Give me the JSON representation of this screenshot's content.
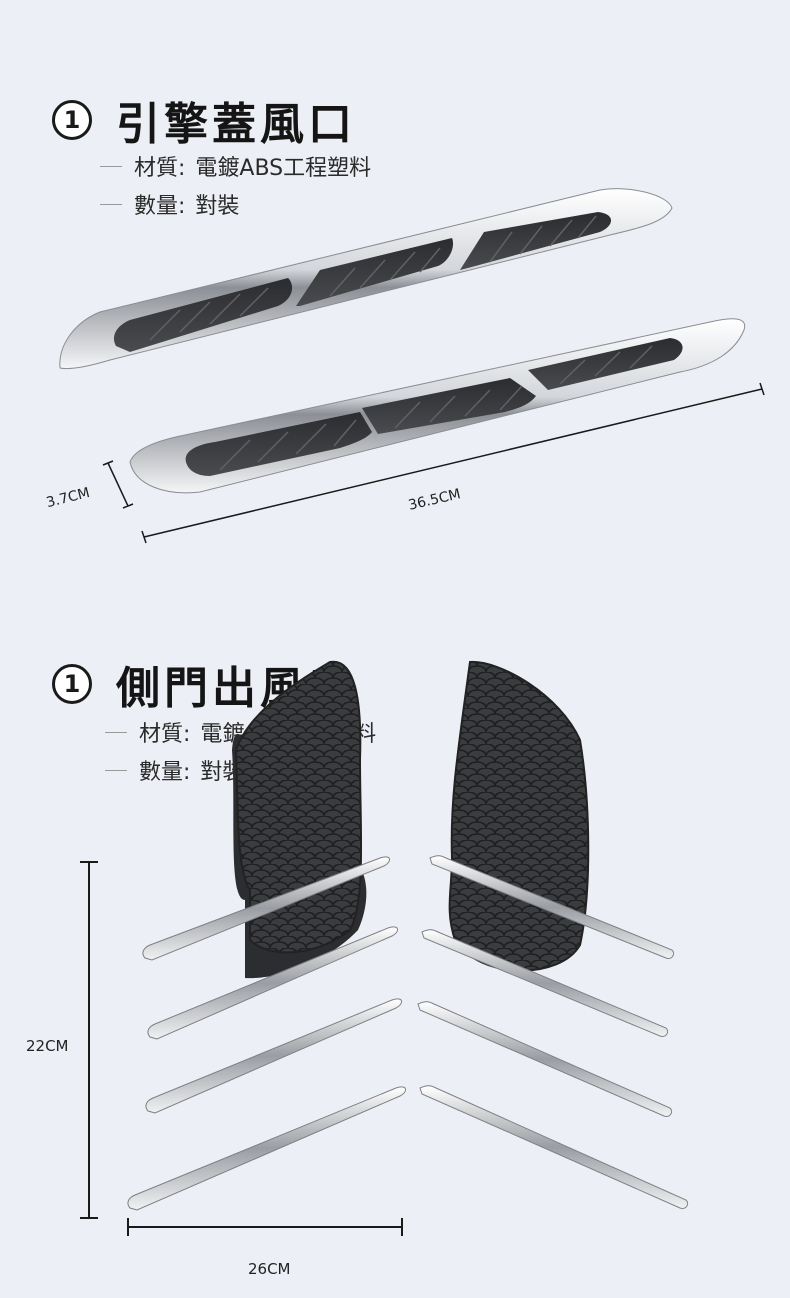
{
  "section1": {
    "badge": "1",
    "title": "引擎蓋風口",
    "specs": [
      {
        "label": "材質:",
        "value": "電鍍ABS工程塑料"
      },
      {
        "label": "數量:",
        "value": "對裝"
      }
    ],
    "dims": {
      "height": "3.7CM",
      "length": "36.5CM"
    }
  },
  "section2": {
    "badge": "1",
    "title": "側門出風口",
    "specs": [
      {
        "label": "材質:",
        "value": "電鍍ABS工程塑料"
      },
      {
        "label": "數量:",
        "value": "對裝"
      }
    ],
    "dims": {
      "height": "22CM",
      "width": "26CM"
    }
  },
  "colors": {
    "background": "#eceff5",
    "chrome": "#d8dadf",
    "rubber": "#3a3b3e",
    "text": "#151515"
  }
}
